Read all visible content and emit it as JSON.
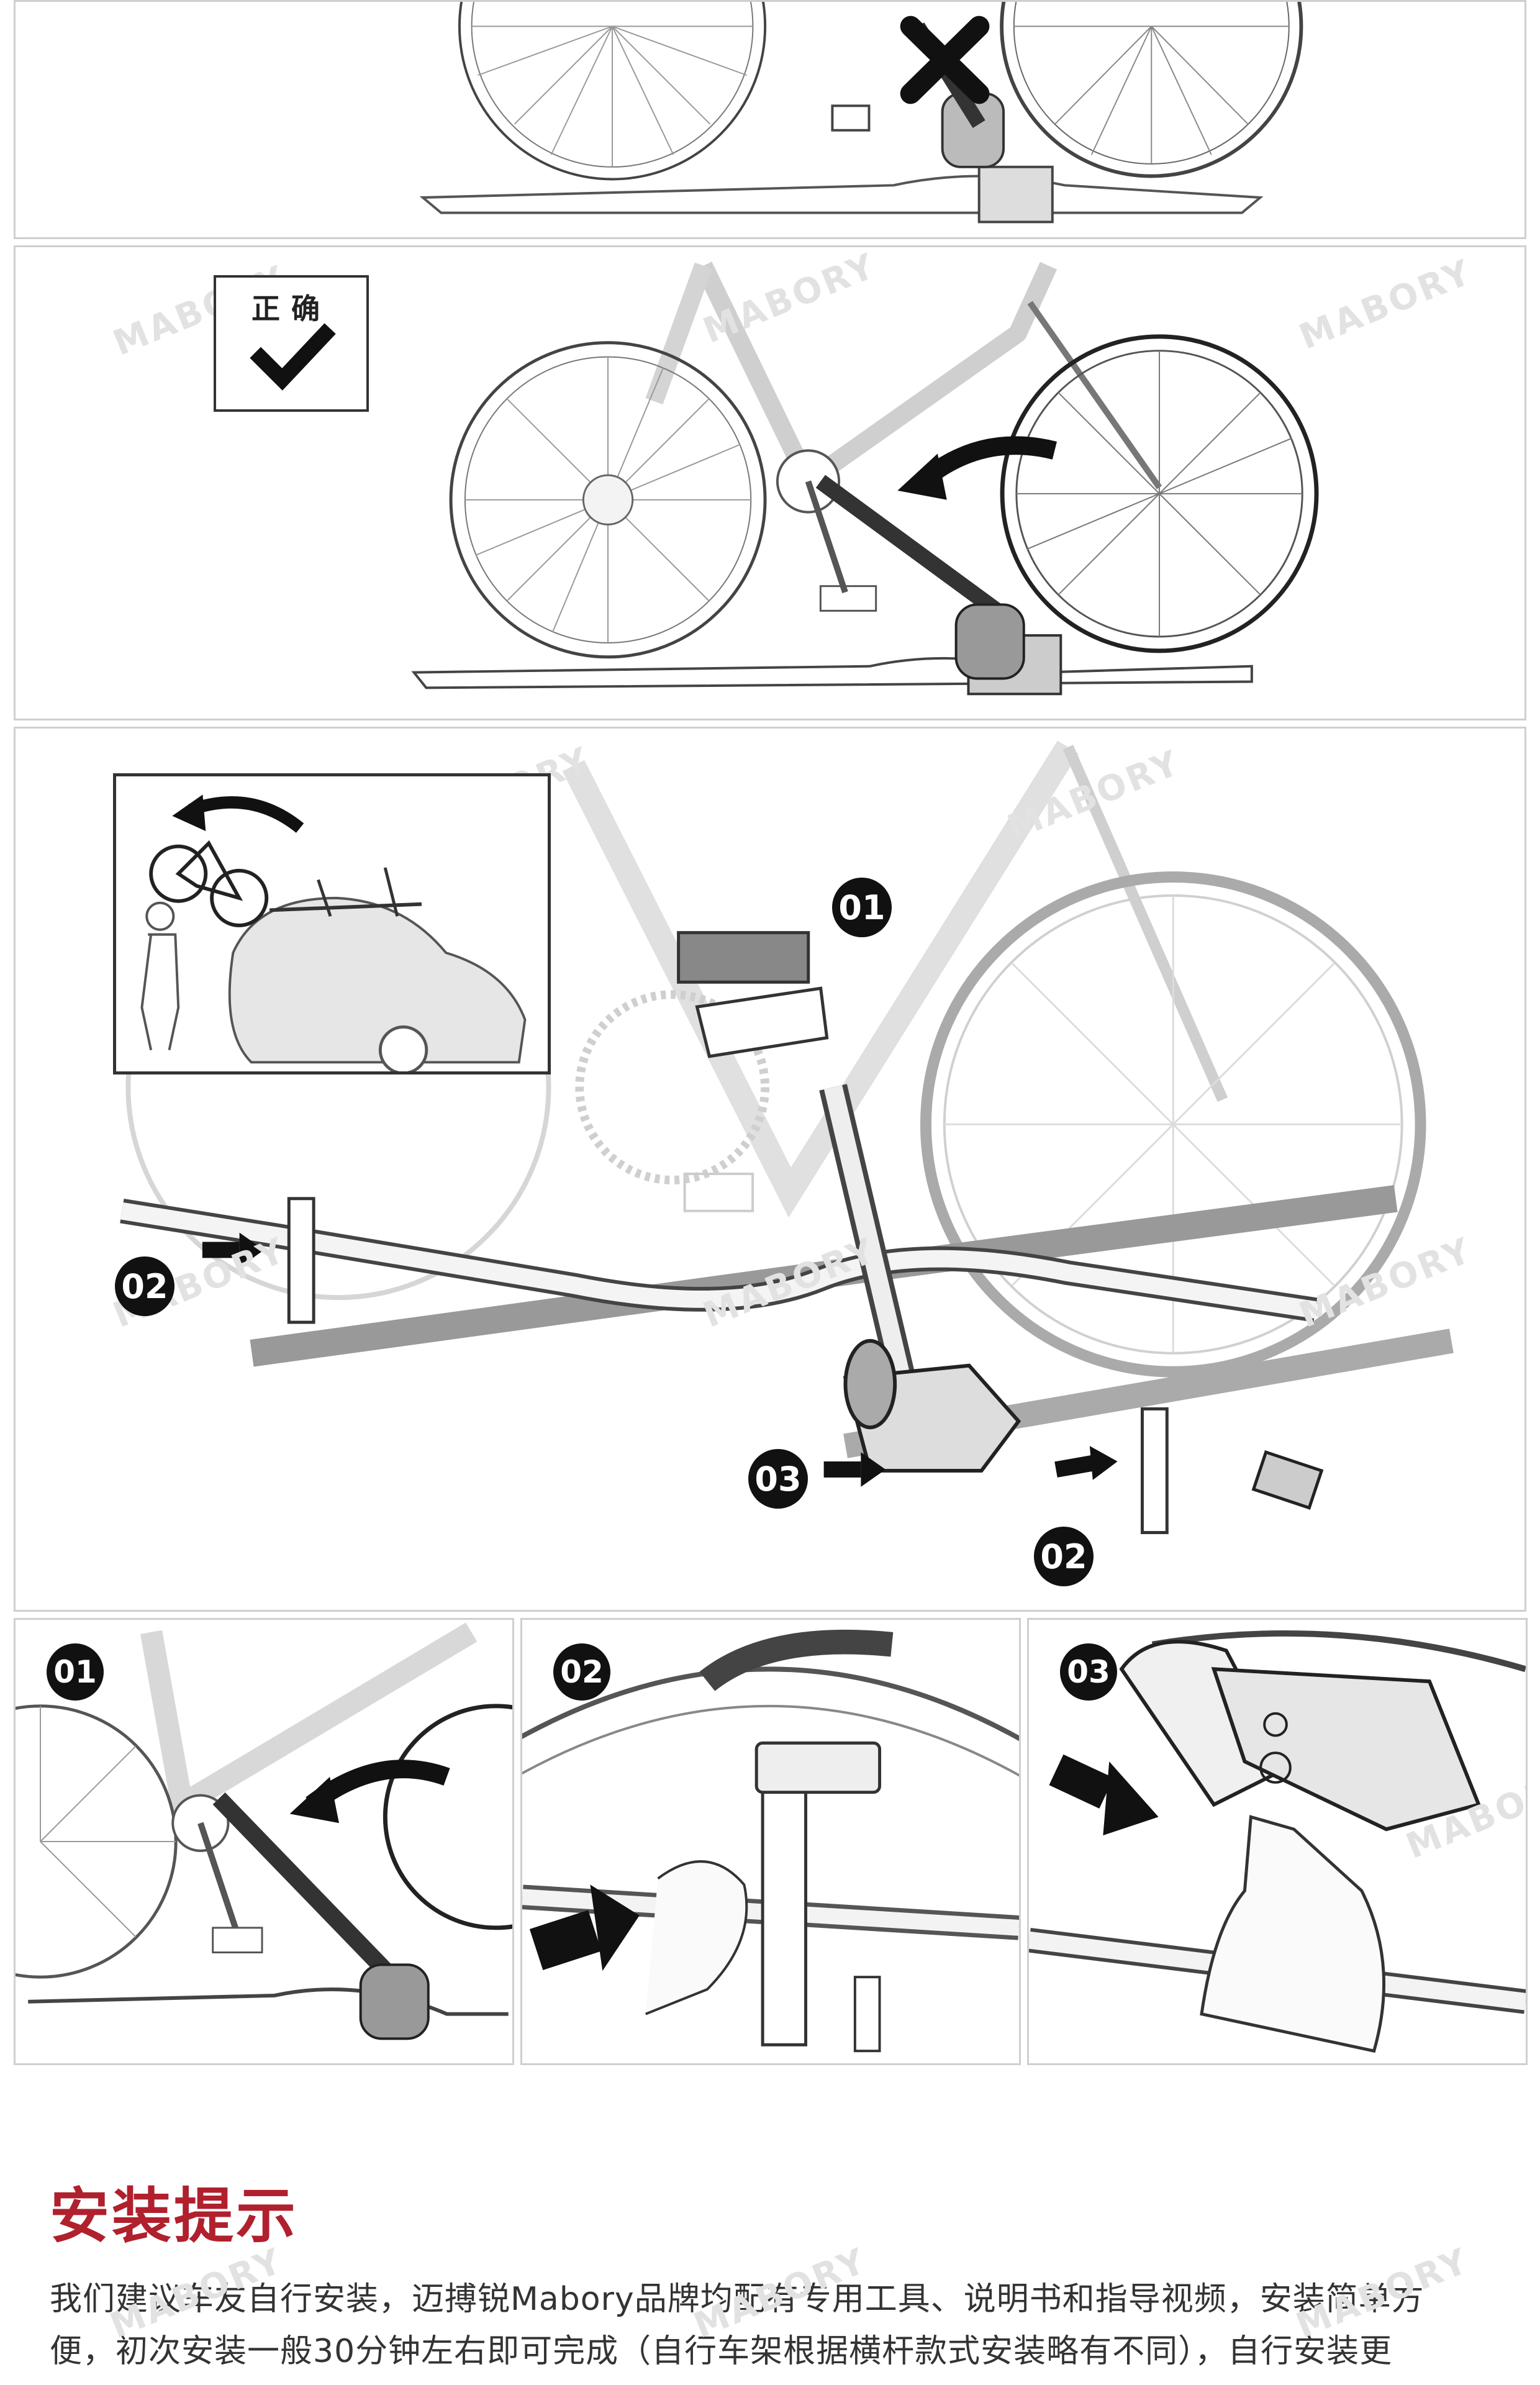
{
  "watermark": "MABORY",
  "panel_correct": {
    "label": "正确"
  },
  "step_badges": {
    "main": [
      "01",
      "02",
      "03",
      "02"
    ],
    "bottom": [
      "01",
      "02",
      "03"
    ]
  },
  "tips": {
    "title": "安装提示",
    "lines": [
      "我们建议车友自行安装，迈搏锐Mabory品牌均配有专用工具、说明书和指导视频，安装简单方",
      "便，初次安装一般30分钟左右即可完成（自行车架根据横杆款式安装略有不同），自行安装更"
    ]
  }
}
